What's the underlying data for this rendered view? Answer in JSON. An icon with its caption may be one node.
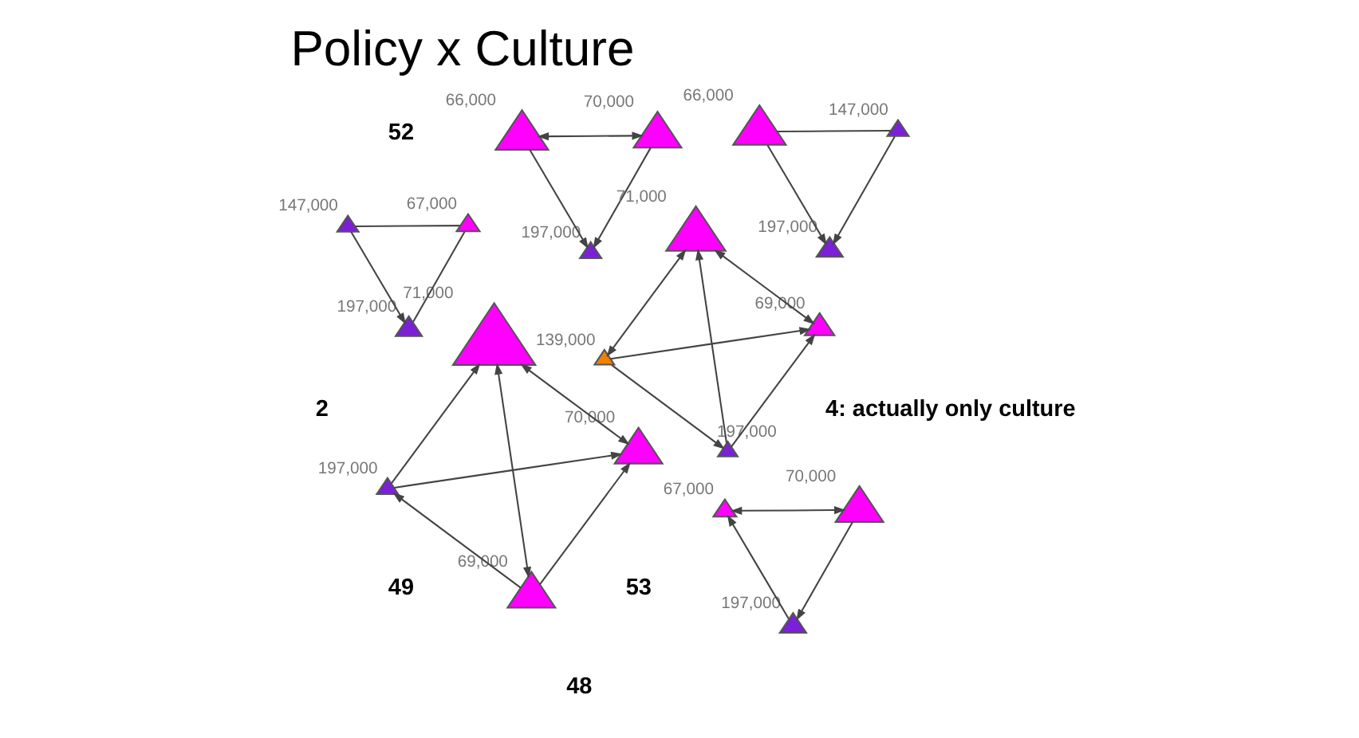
{
  "diagram": {
    "title": "Policy x Culture",
    "nodes": [
      {
        "text": [],
        "shape": "triangle",
        "beside": [
          "66,000"
        ]
      },
      {
        "text": [],
        "shape": "triangle",
        "beside": [
          "70,000"
        ]
      },
      {
        "text": [],
        "shape": "triangle",
        "beside": [
          "197,000"
        ]
      },
      {
        "text": [],
        "shape": "triangle",
        "beside": [
          "197,000"
        ]
      },
      {
        "text": [],
        "shape": "triangle",
        "beside": [
          "70,000"
        ]
      },
      {
        "text": [],
        "shape": "triangle",
        "beside": [
          "69,000"
        ]
      },
      {
        "text": [],
        "shape": "triangle",
        "beside": [
          "71,000"
        ]
      },
      {
        "text": [],
        "shape": "triangle",
        "beside": [
          "139,000"
        ]
      },
      {
        "text": [],
        "shape": "triangle",
        "beside": [
          "69,000"
        ]
      },
      {
        "text": [],
        "shape": "triangle",
        "beside": [
          "197,000"
        ]
      },
      {
        "text": [],
        "shape": "triangle",
        "beside": [
          "71,000"
        ]
      },
      {
        "text": [],
        "shape": "triangle",
        "beside": [
          "147,000"
        ]
      },
      {
        "text": [],
        "shape": "triangle",
        "beside": [
          "67,000"
        ]
      },
      {
        "text": [],
        "shape": "triangle",
        "beside": [
          "197,000"
        ]
      },
      {
        "text": [],
        "shape": "triangle",
        "beside": [
          "66,000"
        ]
      },
      {
        "text": [],
        "shape": "triangle",
        "beside": [
          "147,000"
        ]
      },
      {
        "text": [],
        "shape": "triangle",
        "beside": [
          "197,000"
        ]
      },
      {
        "text": [],
        "shape": "triangle",
        "beside": [
          "67,000"
        ]
      },
      {
        "text": [],
        "shape": "triangle",
        "beside": [
          "70,000"
        ]
      },
      {
        "text": [],
        "shape": "triangle",
        "beside": [
          "197,000"
        ]
      }
    ],
    "edges": [
      {
        "from": 0,
        "to": 1,
        "arrow": "both"
      },
      {
        "from": 0,
        "to": 2,
        "arrow": "to"
      },
      {
        "from": 1,
        "to": 2,
        "arrow": "to"
      },
      {
        "from": 3,
        "to": 4,
        "arrow": "to"
      },
      {
        "from": 5,
        "to": 3,
        "arrow": "to"
      },
      {
        "from": 5,
        "to": 4,
        "arrow": "to"
      },
      {
        "from": 3,
        "to": 6,
        "arrow": "to"
      },
      {
        "from": 4,
        "to": 6,
        "arrow": "both"
      },
      {
        "from": 5,
        "to": 6,
        "arrow": "both"
      },
      {
        "from": 7,
        "to": 9,
        "arrow": "to"
      },
      {
        "from": 7,
        "to": 8,
        "arrow": "to"
      },
      {
        "from": 7,
        "to": 10,
        "arrow": "both"
      },
      {
        "from": 9,
        "to": 8,
        "arrow": "to"
      },
      {
        "from": 9,
        "to": 10,
        "arrow": "to"
      },
      {
        "from": 8,
        "to": 10,
        "arrow": "both"
      },
      {
        "from": 11,
        "to": 13,
        "arrow": "to"
      },
      {
        "from": 11,
        "to": 12,
        "arrow": "none"
      },
      {
        "from": 12,
        "to": 13,
        "arrow": "none"
      },
      {
        "from": 15,
        "to": 16,
        "arrow": "to"
      },
      {
        "from": 14,
        "to": 16,
        "arrow": "to"
      },
      {
        "from": 14,
        "to": 15,
        "arrow": "none"
      },
      {
        "from": 19,
        "to": 17,
        "arrow": "to"
      },
      {
        "from": 17,
        "to": 18,
        "arrow": "both"
      },
      {
        "from": 18,
        "to": 19,
        "arrow": "to"
      }
    ],
    "labels": [
      "53",
      "49",
      "2",
      "48",
      "52",
      "4: actually only culture"
    ]
  }
}
